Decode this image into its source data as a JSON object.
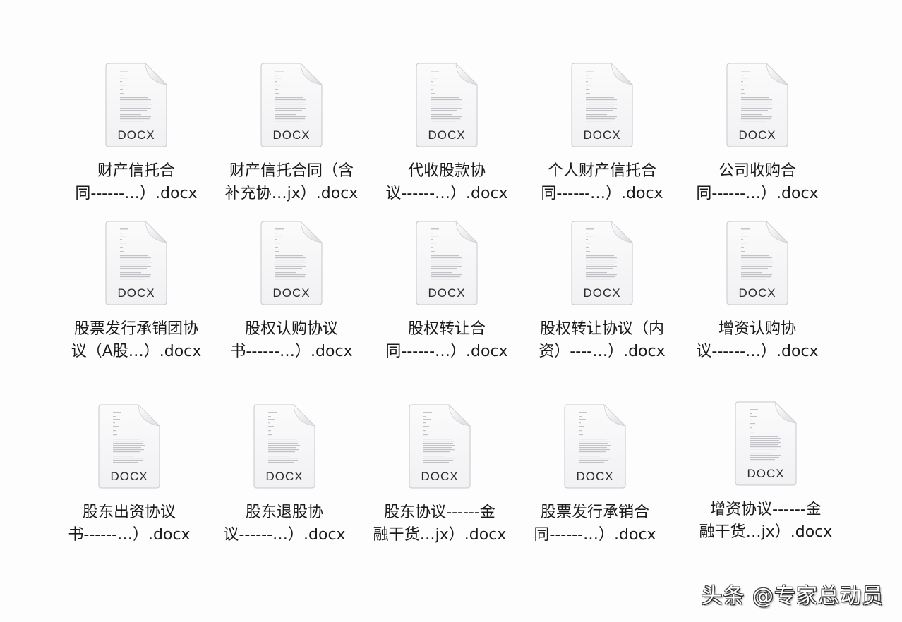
{
  "files": [
    {
      "line1": "财产信托合",
      "line2": "同------…）.docx",
      "icon": "docx-file-icon",
      "ext": "DOCX"
    },
    {
      "line1": "财产信托合同（含",
      "line2": "补充协…jx）.docx",
      "icon": "docx-file-icon",
      "ext": "DOCX"
    },
    {
      "line1": "代收股款协",
      "line2": "议------…）.docx",
      "icon": "docx-file-icon",
      "ext": "DOCX"
    },
    {
      "line1": "个人财产信托合",
      "line2": "同------…）.docx",
      "icon": "docx-file-icon",
      "ext": "DOCX"
    },
    {
      "line1": "公司收购合",
      "line2": "同------…）.docx",
      "icon": "docx-file-icon",
      "ext": "DOCX"
    },
    {
      "line1": "股票发行承销团协",
      "line2": "议（A股…）.docx",
      "icon": "docx-file-icon",
      "ext": "DOCX"
    },
    {
      "line1": "股权认购协议",
      "line2": "书------…）.docx",
      "icon": "docx-file-icon",
      "ext": "DOCX"
    },
    {
      "line1": "股权转让合",
      "line2": "同------…）.docx",
      "icon": "docx-file-icon",
      "ext": "DOCX"
    },
    {
      "line1": "股权转让协议（内",
      "line2": "资）----…）.docx",
      "icon": "docx-file-icon",
      "ext": "DOCX"
    },
    {
      "line1": "增资认购协",
      "line2": "议------…）.docx",
      "icon": "docx-file-icon",
      "ext": "DOCX"
    },
    {
      "line1": "股东出资协议",
      "line2": "书------…）.docx",
      "icon": "docx-file-icon",
      "ext": "DOCX"
    },
    {
      "line1": "股东退股协",
      "line2": "议------…）.docx",
      "icon": "docx-file-icon",
      "ext": "DOCX"
    },
    {
      "line1": "股东协议------金",
      "line2": "融干货…jx）.docx",
      "icon": "docx-file-icon",
      "ext": "DOCX"
    },
    {
      "line1": "股票发行承销合",
      "line2": "同------…）.docx",
      "icon": "docx-file-icon",
      "ext": "DOCX"
    },
    {
      "line1": "增资协议------金",
      "line2": "融干货…jx）.docx",
      "icon": "docx-file-icon",
      "ext": "DOCX"
    }
  ],
  "watermark": "头条 @专家总动员",
  "colors": {
    "background": "#fdfdfe",
    "label_text": "#1a1a1a",
    "icon_page": "#f7f7f8",
    "icon_border": "#c8c8cc"
  }
}
